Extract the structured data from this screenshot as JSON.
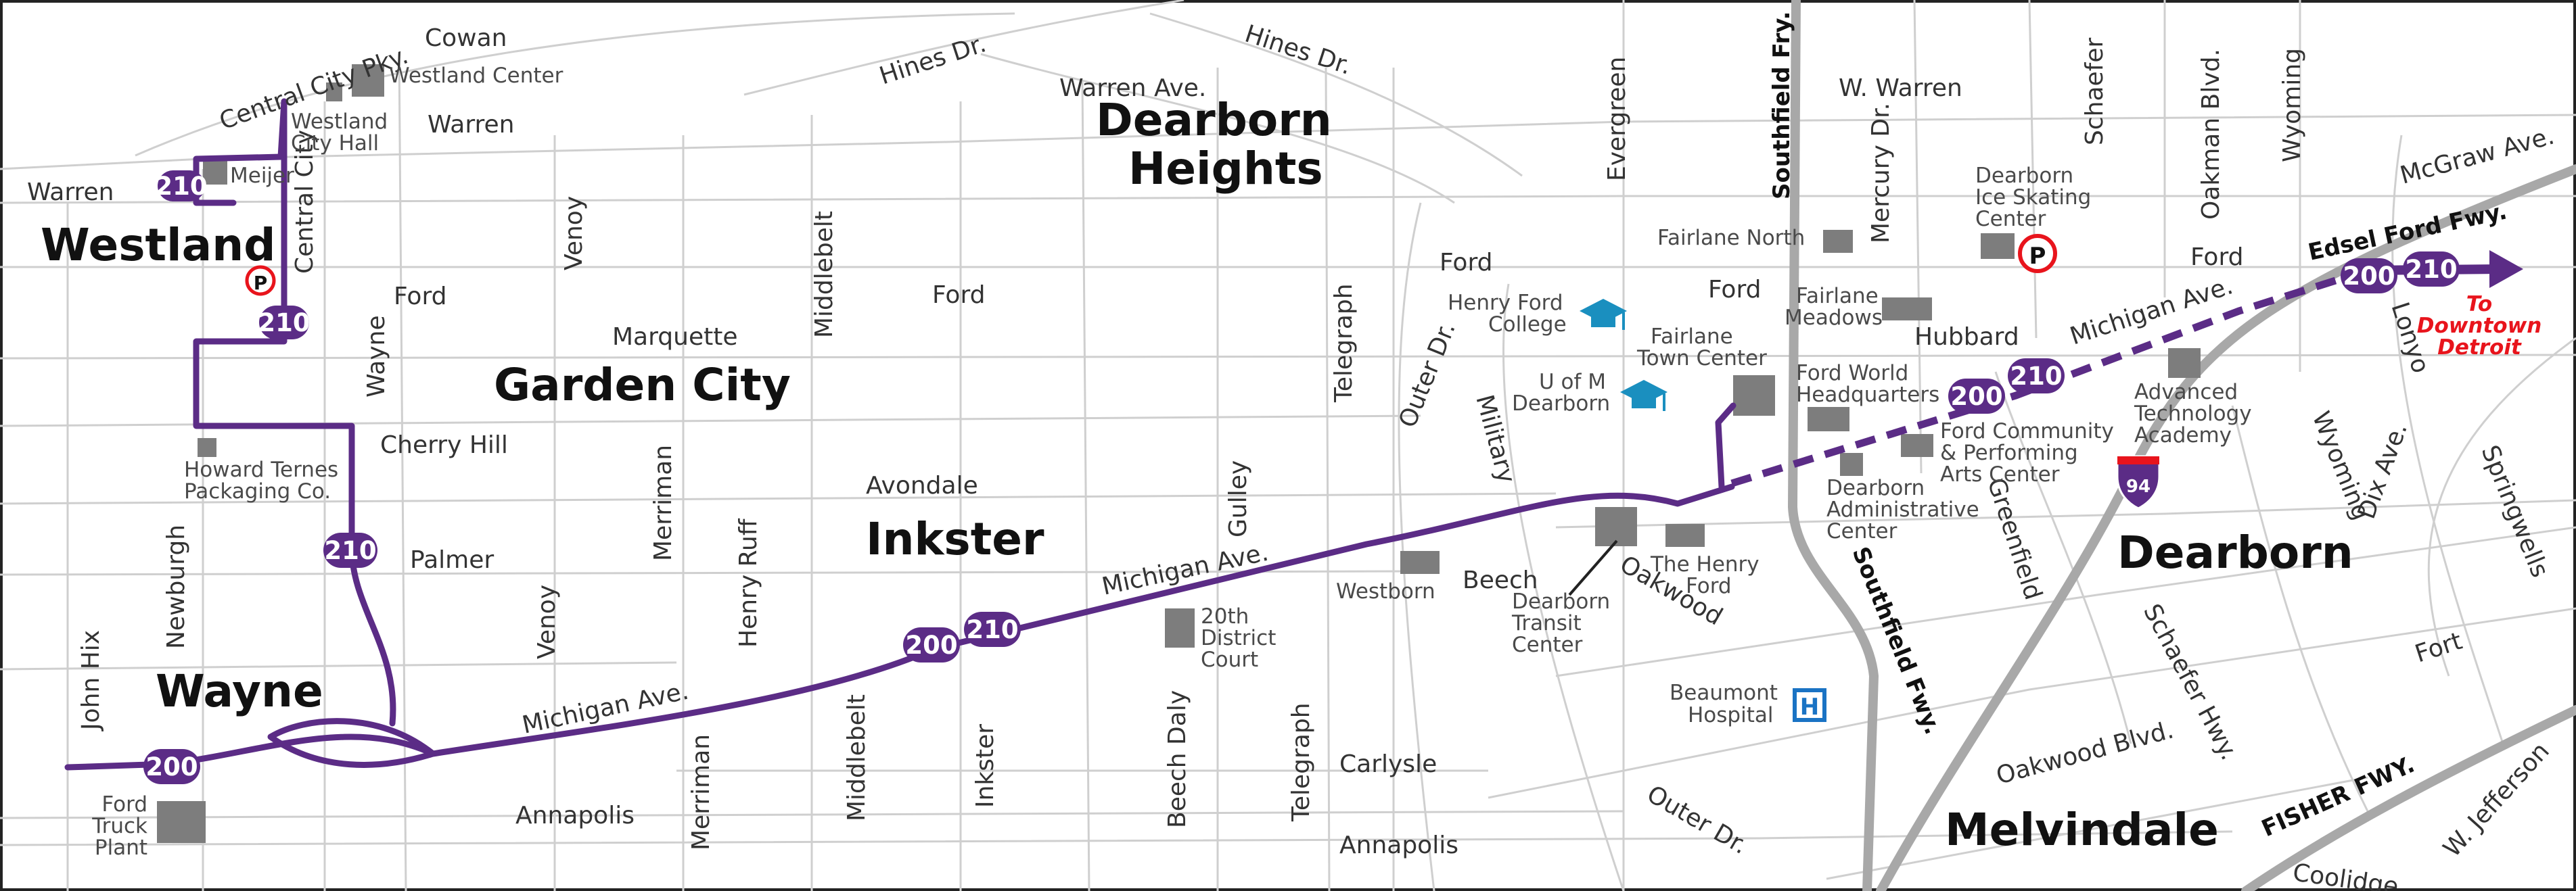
{
  "cities": {
    "westland": "Westland",
    "garden_city": "Garden City",
    "dearborn_heights_1": "Dearborn",
    "dearborn_heights_2": "Heights",
    "inkster": "Inkster",
    "wayne": "Wayne",
    "dearborn": "Dearborn",
    "melvindale": "Melvindale"
  },
  "streets": {
    "central_city_pky": "Central City Pky.",
    "cowan": "Cowan",
    "hines_dr_1": "Hines Dr.",
    "hines_dr_2": "Hines Dr.",
    "warren_ave": "Warren Ave.",
    "w_warren": "W. Warren",
    "warren_left": "Warren",
    "warren_mid": "Warren",
    "central_city": "Central City",
    "venoy_top": "Venoy",
    "middlebelt_top": "Middlebelt",
    "ford_1": "Ford",
    "ford_2": "Ford",
    "ford_3": "Ford",
    "ford_4": "Ford",
    "ford_5": "Ford",
    "marquette": "Marquette",
    "wayne_rd": "Wayne",
    "cherry_hill": "Cherry Hill",
    "palmer": "Palmer",
    "avondale": "Avondale",
    "newburgh": "Newburgh",
    "john_hix": "John Hix",
    "merriman_top": "Merriman",
    "henry_ruff": "Henry  Ruff",
    "venoy_bottom": "Venoy",
    "michigan_ave_1": "Michigan Ave.",
    "michigan_ave_2": "Michigan Ave.",
    "michigan_ave_3": "Michigan Ave.",
    "merriman_bottom": "Merriman",
    "middlebelt_bottom": "Middlebelt",
    "inkster_rd": "Inkster",
    "beech_daly": "Beech  Daly",
    "telegraph_top": "Telegraph",
    "telegraph_bottom": "Telegraph",
    "gulley": "Gulley",
    "outer_dr_1": "Outer Dr.",
    "outer_dr_2": "Outer Dr.",
    "military": "Military",
    "beech": "Beech",
    "oakwood": "Oakwood",
    "carlysle": "Carlysle",
    "annapolis_1": "Annapolis",
    "annapolis_2": "Annapolis",
    "evergreen": "Evergreen",
    "mercury_dr": "Mercury Dr.",
    "schaefer": "Schaefer",
    "oakman_blvd": "Oakman Blvd.",
    "wyoming_top": "Wyoming",
    "wyoming_mid": "Wyoming",
    "mcgraw_ave": "McGraw  Ave.",
    "hubbard": "Hubbard",
    "greenfield": "Greenfield",
    "lonyo": "Lonyo",
    "dix_ave": "Dix Ave.",
    "springwells": "Springwells",
    "schaefer_hwy": "Schaefer Hwy.",
    "fort": "Fort",
    "oakwood_blvd": "Oakwood Blvd.",
    "w_jefferson": "W. Jefferson",
    "coolidge": "Coolidge"
  },
  "freeways": {
    "southfield_fry": "Southfield Fry.",
    "southfield_fwy": "Southfield Fwy.",
    "edsel_ford_fwy": "Edsel Ford Fwy.",
    "fisher_fwy": "FISHER  FWY.",
    "interstate": "94"
  },
  "pois": {
    "westland_center": "Westland Center",
    "westland_city_hall_1": "Westland",
    "westland_city_hall_2": "City Hall",
    "meijer": "Meijer",
    "howard_ternes_1": "Howard Ternes",
    "howard_ternes_2": "Packaging Co.",
    "ford_truck_1": "Ford",
    "ford_truck_2": "Truck",
    "ford_truck_3": "Plant",
    "court_1": "20th",
    "court_2": "District",
    "court_3": "Court",
    "westborn": "Westborn",
    "transit_1": "Dearborn",
    "transit_2": "Transit",
    "transit_3": "Center",
    "henry_ford_museum_1": "The Henry",
    "henry_ford_museum_2": "Ford",
    "beaumont_1": "Beaumont",
    "beaumont_2": "Hospital",
    "hfc_1": "Henry Ford",
    "hfc_2": "College",
    "um_1": "U of M",
    "um_2": "Dearborn",
    "fairlane_tc_1": "Fairlane",
    "fairlane_tc_2": "Town Center",
    "fairlane_north": "Fairlane North",
    "fairlane_meadows_1": "Fairlane",
    "fairlane_meadows_2": "Meadows",
    "ford_world_1": "Ford World",
    "ford_world_2": "Headquarters",
    "ford_community_1": "Ford Community",
    "ford_community_2": "& Performing",
    "ford_community_3": "Arts Center",
    "dearborn_admin_1": "Dearborn",
    "dearborn_admin_2": "Administrative",
    "dearborn_admin_3": "Center",
    "ice_1": "Dearborn",
    "ice_2": "Ice Skating",
    "ice_3": "Center",
    "ata_1": "Advanced",
    "ata_2": "Technology",
    "ata_3": "Academy"
  },
  "routes": {
    "r200": "200",
    "r210": "210"
  },
  "symbols": {
    "parking": "P",
    "hospital": "H"
  },
  "destination": {
    "line1": "To",
    "line2": "Downtown",
    "line3": "Detroit"
  },
  "colors": {
    "route": "#5b2c86",
    "freeway": "#a8a8a8",
    "college_icon": "#1a8fbf",
    "hospital_icon": "#1a73c4",
    "parking_ring": "#e8141c",
    "destination": "#e8141c"
  }
}
